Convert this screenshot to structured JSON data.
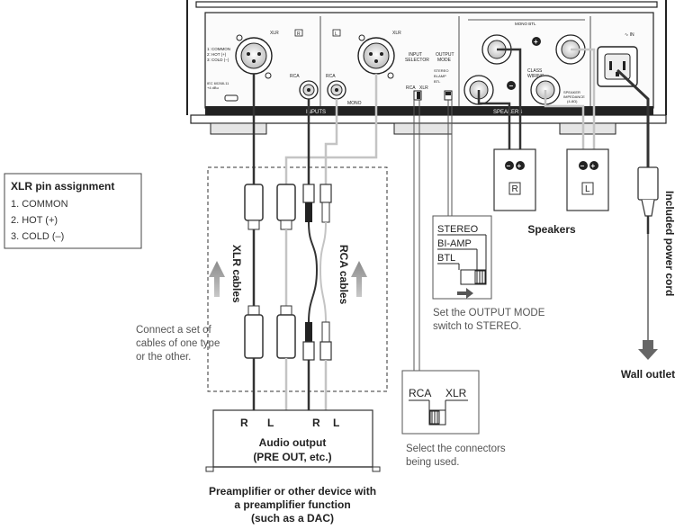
{
  "amp_panel": {
    "xlr_label": "XLR",
    "r_badge": "R",
    "l_badge": "L",
    "pin_list_small": [
      "1: COMMON",
      "2: HOT (+)",
      "3: COLD (−)"
    ],
    "iec_note": [
      "IEC 60268-11",
      "+4 dBu"
    ],
    "rca_label": "RCA",
    "mono_label": "MONO",
    "input_selector": [
      "INPUT",
      "SELECTOR"
    ],
    "rca_xlr": [
      "RCA",
      "XLR"
    ],
    "output_mode": [
      "OUTPUT",
      "MODE"
    ],
    "output_options": [
      "STEREO",
      "BI-AMP",
      "BTL"
    ],
    "mono_btl": "MONO BTL",
    "class_wiring": [
      "CLASS",
      "WIRING"
    ],
    "speaker_impedance": [
      "SPEAKER",
      "IMPEDANCE",
      "(4-8Ω)"
    ],
    "speakers_strip": "SPEAKERS",
    "inputs_strip": "INPUTS",
    "power_in": "∿ IN"
  },
  "xlr_pin_box": {
    "title": "XLR pin assignment",
    "pins": [
      "1. COMMON",
      "2. HOT (+)",
      "3. COLD (–)"
    ]
  },
  "cables": {
    "xlr_cables": "XLR cables",
    "rca_cables": "RCA cables"
  },
  "connect_note": [
    "Connect a set of",
    "cables of one type",
    "or the other."
  ],
  "audio_output": {
    "channels": [
      "R",
      "L",
      "R",
      "L"
    ],
    "title": "Audio output",
    "subtitle": "(PRE OUT, etc.)"
  },
  "preamp_caption": [
    "Preamplifier or other device with",
    "a preamplifier function",
    "(such as a DAC)"
  ],
  "speakers": {
    "label": "Speakers",
    "right": "R",
    "left": "L",
    "minus": "−",
    "plus": "+"
  },
  "output_mode_callout": {
    "options": [
      "STEREO",
      "BI-AMP",
      "BTL"
    ],
    "note": [
      "Set the OUTPUT MODE",
      "switch to STEREO."
    ]
  },
  "input_selector_callout": {
    "options": [
      "RCA",
      "XLR"
    ],
    "note": [
      "Select the connectors",
      "being used."
    ]
  },
  "power": {
    "cord_label": "Included power cord",
    "outlet": "Wall outlet"
  }
}
